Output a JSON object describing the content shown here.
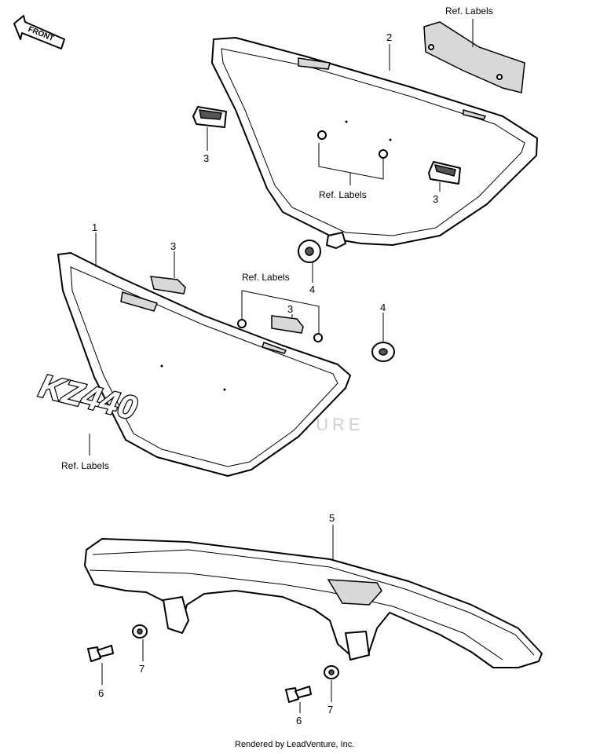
{
  "front_arrow": {
    "label": "FRONT",
    "icon": "front-arrow-icon"
  },
  "emblem": {
    "text": "KZ440"
  },
  "watermark": {
    "text": "LEADVENTURE"
  },
  "footer": {
    "text": "Rendered by LeadVenture, Inc."
  },
  "callouts": {
    "cover_right": "2",
    "cover_left": "1",
    "damper_top_left": "3",
    "damper_top_right": "3",
    "damper_left_a": "3",
    "damper_left_b": "3",
    "grommet_a": "4",
    "grommet_b": "4",
    "chain_guard": "5",
    "bolt_a": "6",
    "bolt_b": "6",
    "washer_a": "7",
    "washer_b": "7"
  },
  "ref_labels": {
    "top_right": "Ref.  Labels",
    "right_cover": "Ref.  Labels",
    "left_cover": "Ref.  Labels",
    "emblem": "Ref.  Labels"
  }
}
